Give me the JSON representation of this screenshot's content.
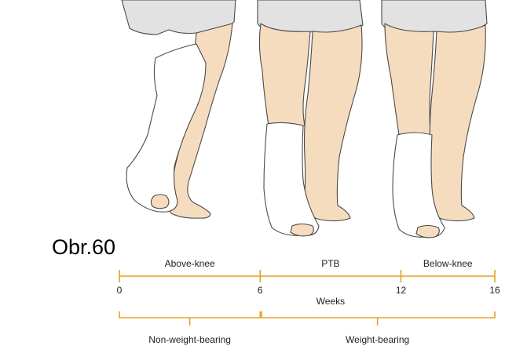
{
  "figure_label": "Obr.60",
  "colors": {
    "skin": "#f6dcbf",
    "cast": "#ffffff",
    "shorts": "#e2e2e2",
    "outline": "#4a4a4a",
    "timeline": "#e8a020"
  },
  "legs": [
    {
      "cast": "Above-knee"
    },
    {
      "cast": "PTB"
    },
    {
      "cast": "Below-knee"
    }
  ],
  "timeline": {
    "unit_label": "Weeks",
    "ticks": [
      0,
      6,
      12,
      16
    ],
    "phases": [
      {
        "label": "Above-knee",
        "start": 0,
        "end": 6
      },
      {
        "label": "PTB",
        "start": 6,
        "end": 12
      },
      {
        "label": "Below-knee",
        "start": 12,
        "end": 16
      }
    ],
    "bearing": [
      {
        "label": "Non-weight-bearing",
        "start": 0,
        "end": 6
      },
      {
        "label": "Weight-bearing",
        "start": 6,
        "end": 16
      }
    ]
  }
}
